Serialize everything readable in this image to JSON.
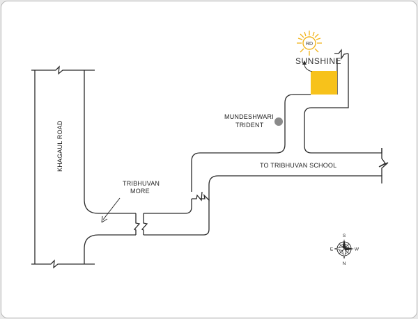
{
  "map": {
    "roads": {
      "khagaul_road": "KHAGAUL ROAD",
      "to_school": "TO TRIBHUVAN SCHOOL"
    },
    "places": {
      "tribhuvan_more_line1": "TRIBHUVAN",
      "tribhuvan_more_line2": "MORE",
      "landmark_line1": "MUNDESHWARI",
      "landmark_line2": "TRIDENT"
    },
    "brand": {
      "logo_initials": "RD",
      "name": "SUNSHINE"
    },
    "compass": {
      "north": "N",
      "south": "S",
      "east": "E",
      "west": "W"
    },
    "colors": {
      "site_fill": "#f7c21b",
      "sun_rays": "#f2b41a",
      "landmark_dot": "#8a8a8a",
      "road_line": "#2a2a2a"
    }
  }
}
